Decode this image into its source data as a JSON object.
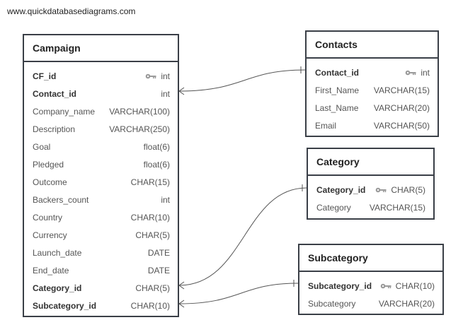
{
  "watermark": "www.quickdatabasediagrams.com",
  "tables": {
    "campaign": {
      "title": "Campaign",
      "fields": [
        {
          "name": "CF_id",
          "type": "int",
          "pk": true
        },
        {
          "name": "Contact_id",
          "type": "int",
          "fk": true
        },
        {
          "name": "Company_name",
          "type": "VARCHAR(100)"
        },
        {
          "name": "Description",
          "type": "VARCHAR(250)"
        },
        {
          "name": "Goal",
          "type": "float(6)"
        },
        {
          "name": "Pledged",
          "type": "float(6)"
        },
        {
          "name": "Outcome",
          "type": "CHAR(15)"
        },
        {
          "name": "Backers_count",
          "type": "int"
        },
        {
          "name": "Country",
          "type": "CHAR(10)"
        },
        {
          "name": "Currency",
          "type": "CHAR(5)"
        },
        {
          "name": "Launch_date",
          "type": "DATE"
        },
        {
          "name": "End_date",
          "type": "DATE"
        },
        {
          "name": "Category_id",
          "type": "CHAR(5)",
          "fk": true
        },
        {
          "name": "Subcategory_id",
          "type": "CHAR(10)",
          "fk": true
        }
      ]
    },
    "contacts": {
      "title": "Contacts",
      "fields": [
        {
          "name": "Contact_id",
          "type": "int",
          "pk": true
        },
        {
          "name": "First_Name",
          "type": "VARCHAR(15)"
        },
        {
          "name": "Last_Name",
          "type": "VARCHAR(20)"
        },
        {
          "name": "Email",
          "type": "VARCHAR(50)"
        }
      ]
    },
    "category": {
      "title": "Category",
      "fields": [
        {
          "name": "Category_id",
          "type": "CHAR(5)",
          "pk": true
        },
        {
          "name": "Category",
          "type": "VARCHAR(15)"
        }
      ]
    },
    "subcategory": {
      "title": "Subcategory",
      "fields": [
        {
          "name": "Subcategory_id",
          "type": "CHAR(10)",
          "pk": true
        },
        {
          "name": "Subcategory",
          "type": "VARCHAR(20)"
        }
      ]
    }
  },
  "colors": {
    "border": "#3a3f47",
    "line": "#555555",
    "key_icon": "#9a9a9a"
  }
}
